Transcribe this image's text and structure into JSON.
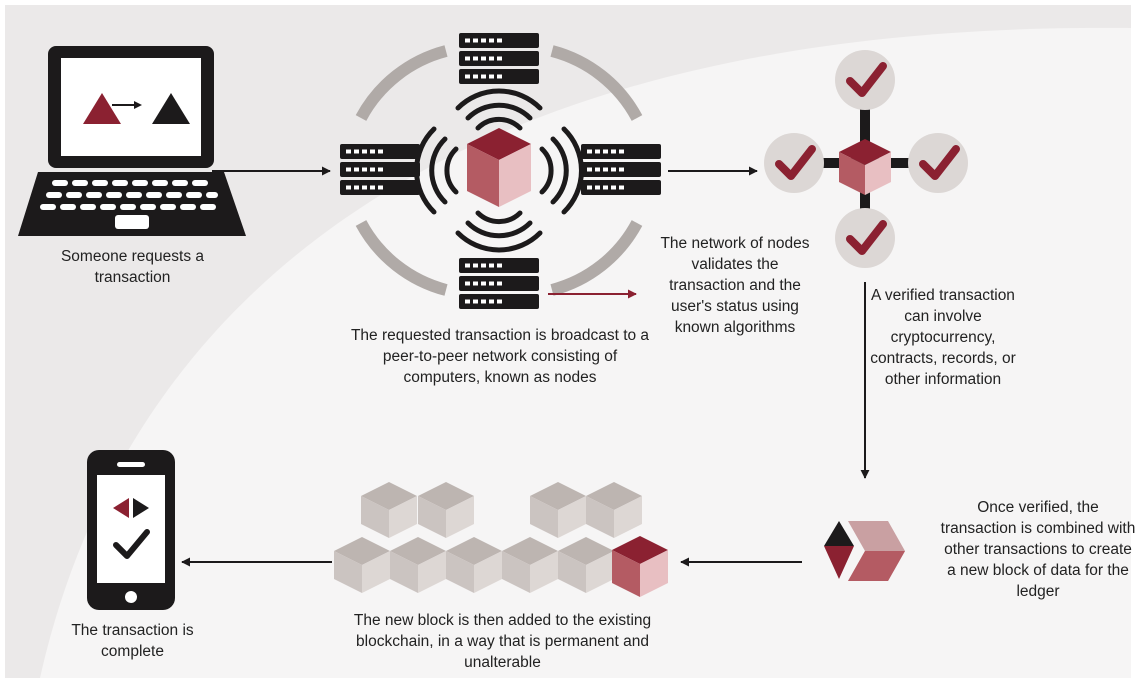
{
  "colors": {
    "panel": "#ebe9e9",
    "dark": "#1c1a1b",
    "maroon": "#8b2131",
    "maroon_mid": "#b45b63",
    "pink": "#e8bfc2",
    "gray_ring": "#b0aaa7",
    "cube_top": "#bdb5b1",
    "cube_left": "#cbc4c1",
    "cube_right": "#ddd7d4",
    "check_bg": "#dcd7d5"
  },
  "captions": {
    "request": "Someone requests a transaction",
    "broadcast": "The requested transaction is broadcast to a peer-to-peer network consisting of computers, known as nodes",
    "validate": "The network of nodes validates the transaction and the user's status using known algorithms",
    "verified": "A verified transaction can involve cryptocurrency, contracts, records, or other information",
    "combined": "Once verified, the transaction is combined with other transactions to create a new block of data for the ledger",
    "added": "The new block is then added to the existing blockchain, in a way that is permanent and unalterable",
    "complete": "The transaction is complete"
  },
  "icons": [
    "laptop-icon",
    "server-icon",
    "signal-waves-icon",
    "cube-icon",
    "checkmark-icon",
    "block-combine-icon",
    "blockchain-icon",
    "smartphone-icon",
    "arrow-icon"
  ]
}
